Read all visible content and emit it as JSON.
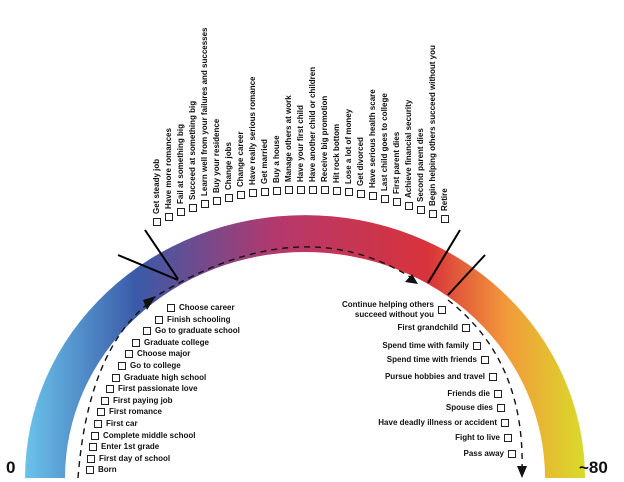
{
  "ends": {
    "start": "0",
    "end": "~80"
  },
  "middle_events": [
    "Get steady job",
    "Have more romances",
    "Fail at something big",
    "Succeed at something big",
    "Learn well from your failures and successes",
    "Buy your residence",
    "Change jobs",
    "Change career",
    "Have really serious romance",
    "Get married",
    "Buy a house",
    "Manage others at work",
    "Have your first child",
    "Have another child or children",
    "Receive big promotion",
    "Hit rock bottom",
    "Lose a lot of money",
    "Get divorced",
    "Have serious health scare",
    "Last child goes to college",
    "First parent dies",
    "Achieve financial security",
    "Second parent dies",
    "Begin helping others succeed without you",
    "Retire"
  ],
  "early_events": [
    "Choose career",
    "Finish schooling",
    "Go to graduate school",
    "Graduate college",
    "Choose major",
    "Go to college",
    "Graduate high school",
    "First passionate love",
    "First paying job",
    "First romance",
    "First car",
    "Complete middle school",
    "Enter 1st grade",
    "First day of school",
    "Born"
  ],
  "late_events": [
    "Continue helping others\nsucceed without you",
    "First grandchild",
    "Spend time with family",
    "Spend time with friends",
    "Pursue hobbies and travel",
    "Friends die",
    "Spouse dies",
    "Have deadly illness or accident",
    "Fight to live",
    "Pass away"
  ],
  "colors": {
    "stage_1": "#6ac3ea",
    "stage_2": "#3a5aa8",
    "stage_3": "#b5386c",
    "stage_4": "#d8333a",
    "stage_5": "#f29a3a",
    "stage_6": "#d9db2a"
  }
}
